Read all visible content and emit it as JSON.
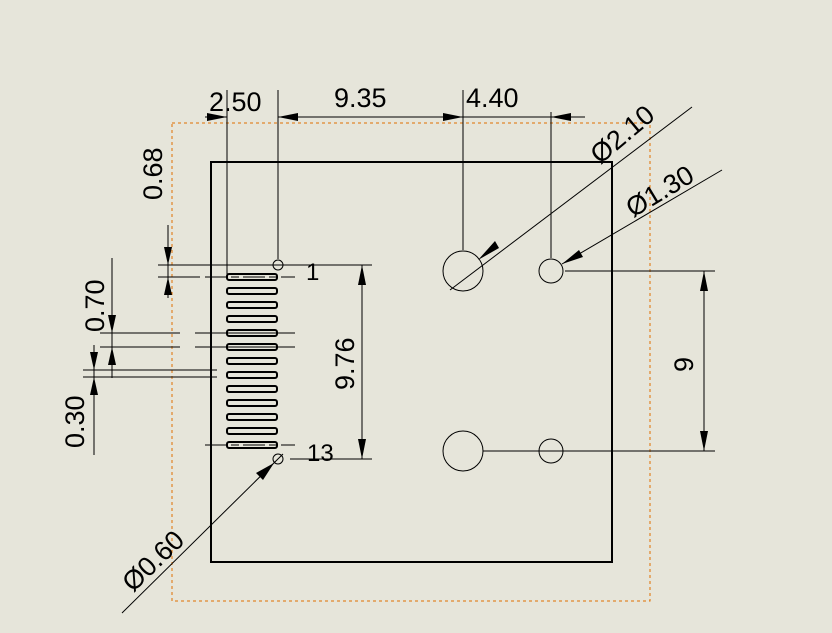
{
  "drawing": {
    "background_color": "#e6e5da",
    "boundary_color": "#e07000",
    "dimensions": {
      "pin_offset_x": "2.50",
      "pin_to_large_hole_x": "9.35",
      "large_to_small_hole_x": "4.40",
      "large_hole_dia": "Ø2.10",
      "small_hole_dia": "Ø1.30",
      "pin_offset_y": "0.68",
      "slot_pitch": "0.70",
      "slot_width": "0.30",
      "pin_span": "9.76",
      "hole_spacing_y": "9",
      "pin_hole_dia": "Ø0.60"
    },
    "pin_labels": {
      "first": "1",
      "last": "13"
    },
    "slot_count": 13
  }
}
